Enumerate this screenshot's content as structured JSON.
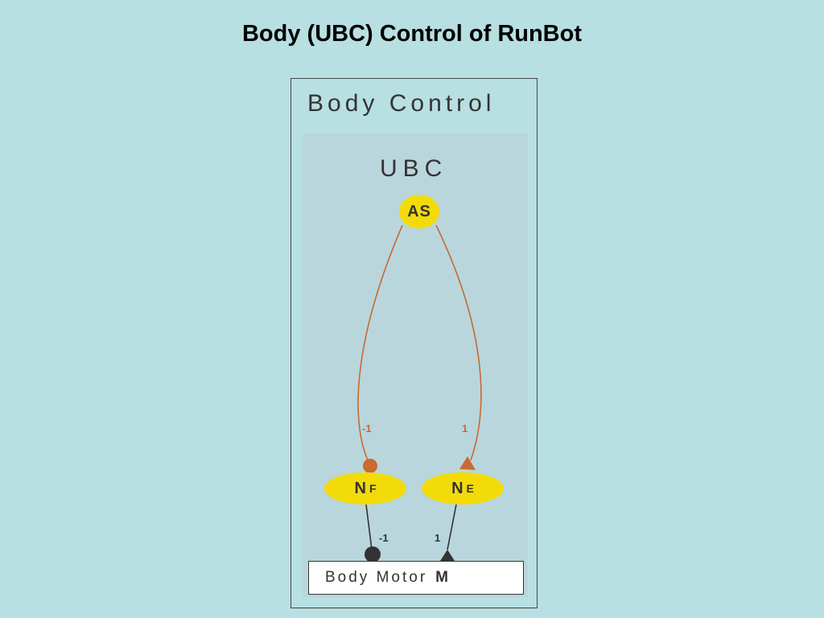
{
  "slide": {
    "title": "Body (UBC) Control of RunBot"
  },
  "frame": {
    "title": "Body Control"
  },
  "ubc": {
    "label": "UBC"
  },
  "nodes": {
    "as": {
      "label": "AS"
    },
    "nf": {
      "main": "N",
      "sub": "F"
    },
    "ne": {
      "main": "N",
      "sub": "E"
    }
  },
  "weights": {
    "as_to_nf": "-1",
    "as_to_ne": "1",
    "nf_to_motor": "-1",
    "ne_to_motor": "1"
  },
  "motor": {
    "label": "Body Motor",
    "symbol": "M"
  },
  "colors": {
    "background": "#b8dfe2",
    "inner_panel": "#b9d6dd",
    "node_fill": "#f2db08",
    "inhibitory_connection": "#c86a32",
    "motor_connection": "#333333"
  }
}
